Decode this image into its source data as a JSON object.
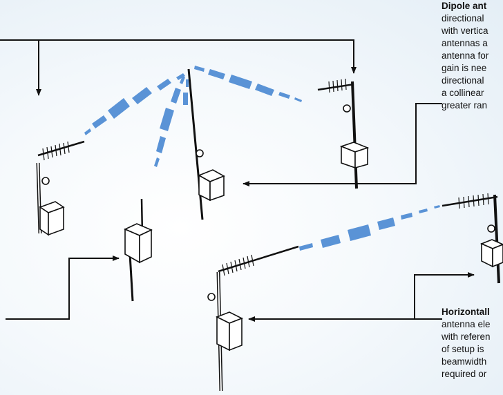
{
  "captions": {
    "dipole": {
      "heading": "Dipole ant",
      "lines": [
        "directional",
        "with vertica",
        "antennas a",
        "antenna for",
        "gain is nee",
        "directional",
        "a collinear",
        "greater ran"
      ]
    },
    "horizontal": {
      "heading": "Horizontall",
      "lines": [
        "antenna ele",
        "with referen",
        "of setup is",
        "beamwidth",
        "required or"
      ]
    }
  },
  "colors": {
    "beam": "#5a93d6",
    "line": "#111111",
    "background": "#f3f8fc"
  }
}
